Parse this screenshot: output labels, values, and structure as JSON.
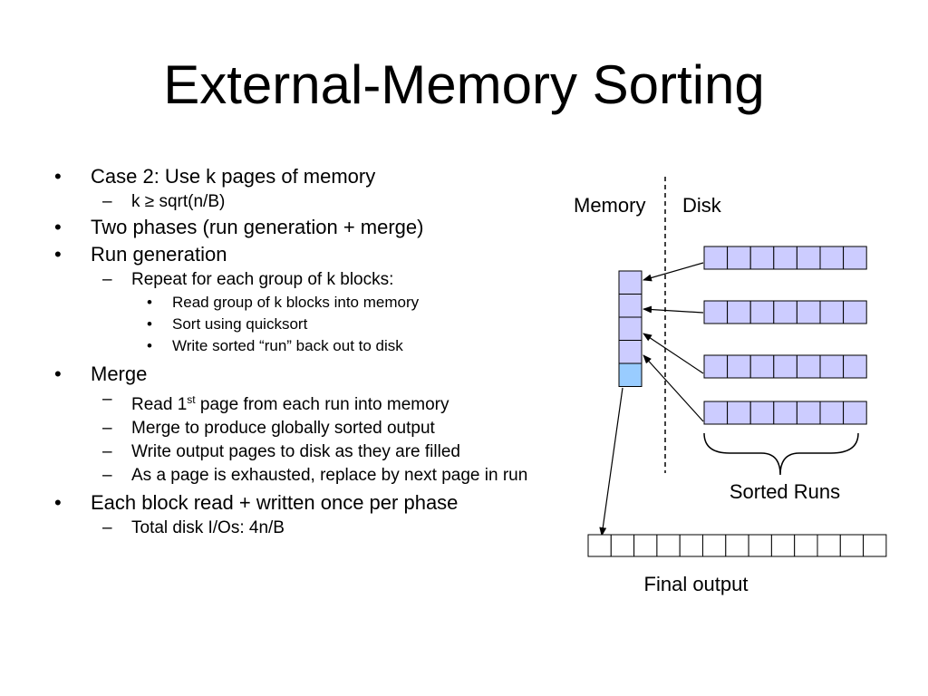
{
  "slide": {
    "title": "External-Memory Sorting"
  },
  "bullets": {
    "case2": "Case 2:  Use k pages of memory",
    "case2_sub": "k ≥ sqrt(n/B)",
    "phases": "Two phases (run generation + merge)",
    "rungen": "Run generation",
    "rungen_sub": "Repeat for each group of k blocks:",
    "rungen_read": "Read group of k blocks into memory",
    "rungen_sort": "Sort using quicksort",
    "rungen_write": "Write sorted “run” back out to disk",
    "merge": "Merge",
    "merge_read_pre": "Read 1",
    "merge_read_sup": "st",
    "merge_read_post": " page from each run into memory",
    "merge_produce": "Merge to produce globally sorted output",
    "merge_write": "Write output pages to disk as they are filled",
    "merge_exhaust": "As a page is exhausted, replace by next page in run",
    "eachblock": "Each block read + written once per phase",
    "eachblock_sub": "Total disk I/Os:  4n/B",
    "markers": {
      "dot": "•",
      "dash": "–"
    }
  },
  "diagram": {
    "memory_label": "Memory",
    "disk_label": "Disk",
    "sorted_runs_label": "Sorted Runs",
    "final_output_label": "Final output",
    "run_count": 4,
    "run_blocks": 7,
    "memory_pages": 5,
    "output_blocks": 13,
    "colors": {
      "run_block_fill": "#ccccff",
      "memory_page_fill": "#ccccff",
      "memory_output_page_fill": "#99ccff",
      "output_block_fill": "#ffffff",
      "stroke": "#000000"
    }
  }
}
